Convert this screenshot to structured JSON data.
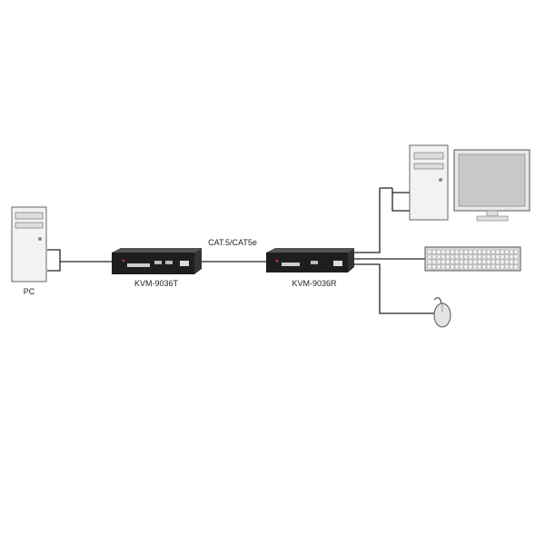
{
  "labels": {
    "pc": "PC",
    "transmitter": "KVM-9036T",
    "receiver": "KVM-9036R",
    "cable": "CAT.5/CAT5e"
  }
}
